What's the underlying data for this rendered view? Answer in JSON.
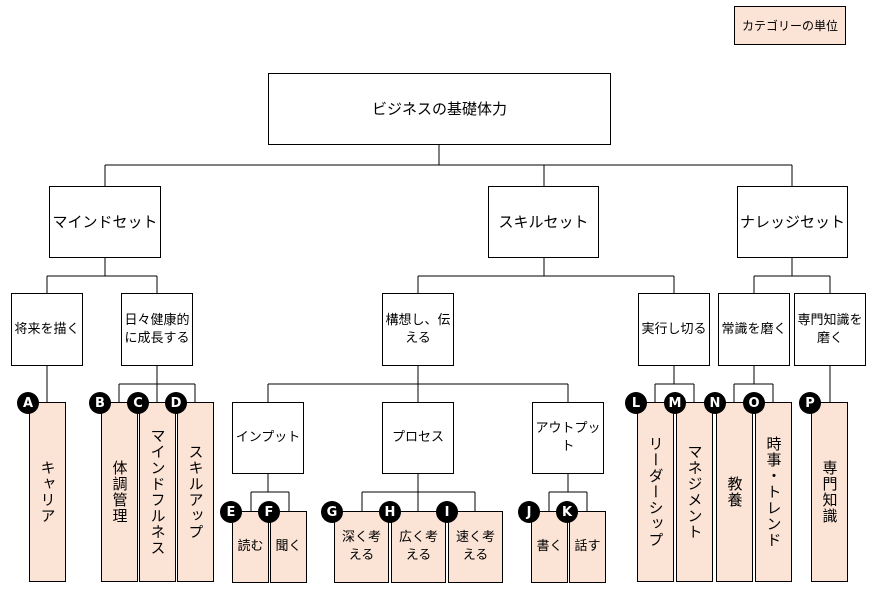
{
  "legend": "カテゴリーの単位",
  "root": "ビジネスの基礎体力",
  "level1": {
    "mind": "マインドセット",
    "skill": "スキルセット",
    "knowledge": "ナレッジセット"
  },
  "level2": {
    "future": "将来を描く",
    "health": "日々健康的に成長する",
    "concept": "構想し、伝える",
    "execute": "実行し切る",
    "common": "常識を磨く",
    "expert": "専門知識を磨く"
  },
  "level3": {
    "input": "インプット",
    "process": "プロセス",
    "output": "アウトプット"
  },
  "leaves": {
    "A": {
      "badge": "A",
      "label": "キャリア"
    },
    "B": {
      "badge": "B",
      "label": "体調管理"
    },
    "C": {
      "badge": "C",
      "label": "マインドフルネス"
    },
    "D": {
      "badge": "D",
      "label": "スキルアップ"
    },
    "E": {
      "badge": "E",
      "label": "読む"
    },
    "F": {
      "badge": "F",
      "label": "聞く"
    },
    "G": {
      "badge": "G",
      "label": "深く考える"
    },
    "H": {
      "badge": "H",
      "label": "広く考える"
    },
    "I": {
      "badge": "I",
      "label": "速く考える"
    },
    "J": {
      "badge": "J",
      "label": "書く"
    },
    "K": {
      "badge": "K",
      "label": "話す"
    },
    "L": {
      "badge": "L",
      "label": "リーダーシップ"
    },
    "M": {
      "badge": "M",
      "label": "マネジメント"
    },
    "N": {
      "badge": "N",
      "label": "教養"
    },
    "O": {
      "badge": "O",
      "label": "時事・トレンド"
    },
    "P": {
      "badge": "P",
      "label": "専門知識"
    }
  }
}
